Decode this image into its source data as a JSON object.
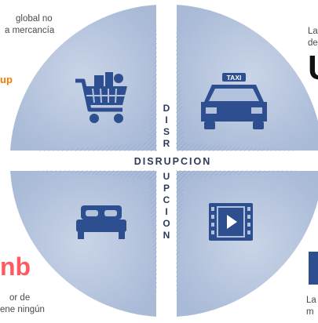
{
  "center_label_horizontal": "DISRUPCION",
  "center_label_vertical": [
    "D",
    "I",
    "S",
    "R",
    "U",
    "P",
    "C",
    "I",
    "O",
    "N"
  ],
  "quadrants": [
    {
      "position": "top-left",
      "icon": "shopping-cart-icon"
    },
    {
      "position": "top-right",
      "icon": "taxi-icon",
      "icon_text": "TAXI"
    },
    {
      "position": "bottom-left",
      "icon": "bed-icon"
    },
    {
      "position": "bottom-right",
      "icon": "video-film-icon"
    }
  ],
  "side_text": {
    "top_left": [
      "global no",
      "a mercancía"
    ],
    "top_left_brand": "up",
    "top_right": [
      "La",
      "de"
    ],
    "top_right_brand": "U",
    "bottom_left_brand": "nb",
    "bottom_left": [
      "or de",
      "ene ningún"
    ],
    "bottom_right": [
      "La",
      "m"
    ]
  },
  "colors": {
    "quadrant_fill": "#b3c2dc",
    "quadrant_edge": "#6f86b5",
    "icon": "#2d4f8f",
    "text": "#2e3a56",
    "orange_brand": "#ef7d00",
    "airbnb_brand": "#ff5a5f"
  }
}
